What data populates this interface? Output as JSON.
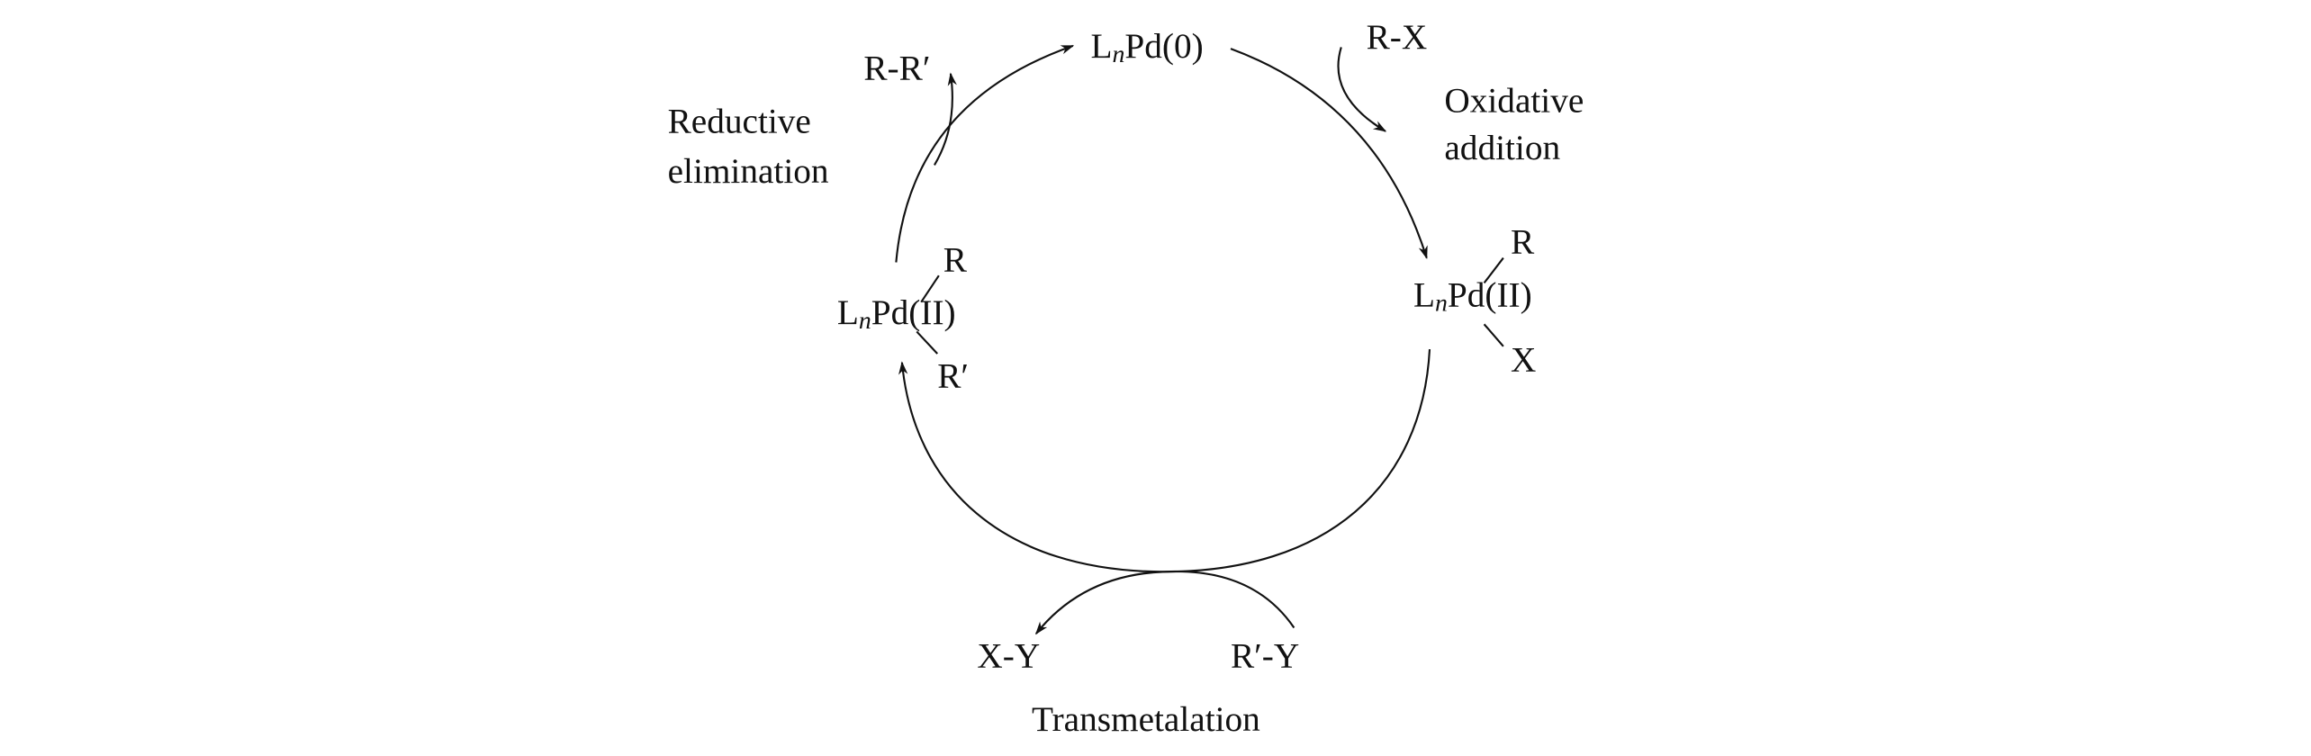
{
  "title": "Pd catalytic cycle",
  "species": {
    "pd0": {
      "L": "L",
      "n": "n",
      "rest": "Pd(0)"
    },
    "pd2_right": {
      "L": "L",
      "n": "n",
      "rest": "Pd(II)",
      "top": "R",
      "bottom": "X"
    },
    "pd2_left": {
      "L": "L",
      "n": "n",
      "rest": "Pd(II)",
      "top": "R",
      "bottom": "R′"
    }
  },
  "reagents": {
    "rx": "R-X",
    "product": "R-R′",
    "xy": "X-Y",
    "ry": "R′-Y"
  },
  "steps": {
    "oxidative_1": "Oxidative",
    "oxidative_2": "addition",
    "reductive_1": "Reductive",
    "reductive_2": "elimination",
    "transmetalation": "Transmetalation"
  }
}
